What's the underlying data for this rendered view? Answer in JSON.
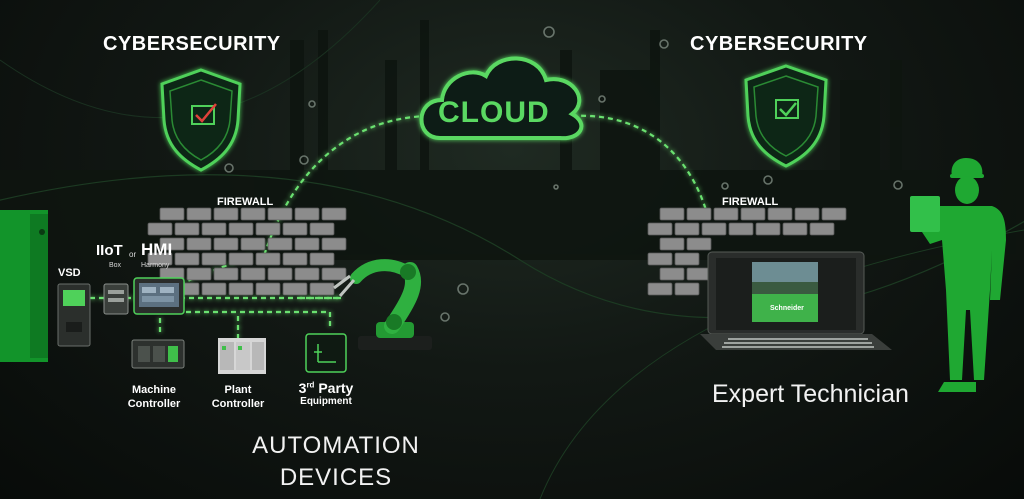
{
  "left": {
    "cybersecurity": "CYBERSECURITY",
    "firewall": "FIREWALL",
    "vsd": "VSD",
    "iiot": "IIoT",
    "iiot_sub": "Box",
    "or": "or",
    "hmi": "HMI",
    "hmi_sub": "Harmony",
    "machine_controller": [
      "Machine",
      "Controller"
    ],
    "plant_controller": [
      "Plant",
      "Controller"
    ],
    "third_party": {
      "main": "3",
      "sup": "rd",
      "rest": " Party",
      "sub": "Equipment"
    },
    "automation": [
      "AUTOMATION",
      "DEVICES"
    ]
  },
  "cloud": {
    "label": "CLOUD"
  },
  "right": {
    "cybersecurity": "CYBERSECURITY",
    "firewall": "FIREWALL",
    "laptop_brand": "Schneider",
    "expert": "Expert Technician"
  },
  "colors": {
    "accent": "#4fd15a",
    "accent_dark": "#1f8a2a",
    "figure": "#1fa832",
    "brick": "#8c8c8c"
  }
}
